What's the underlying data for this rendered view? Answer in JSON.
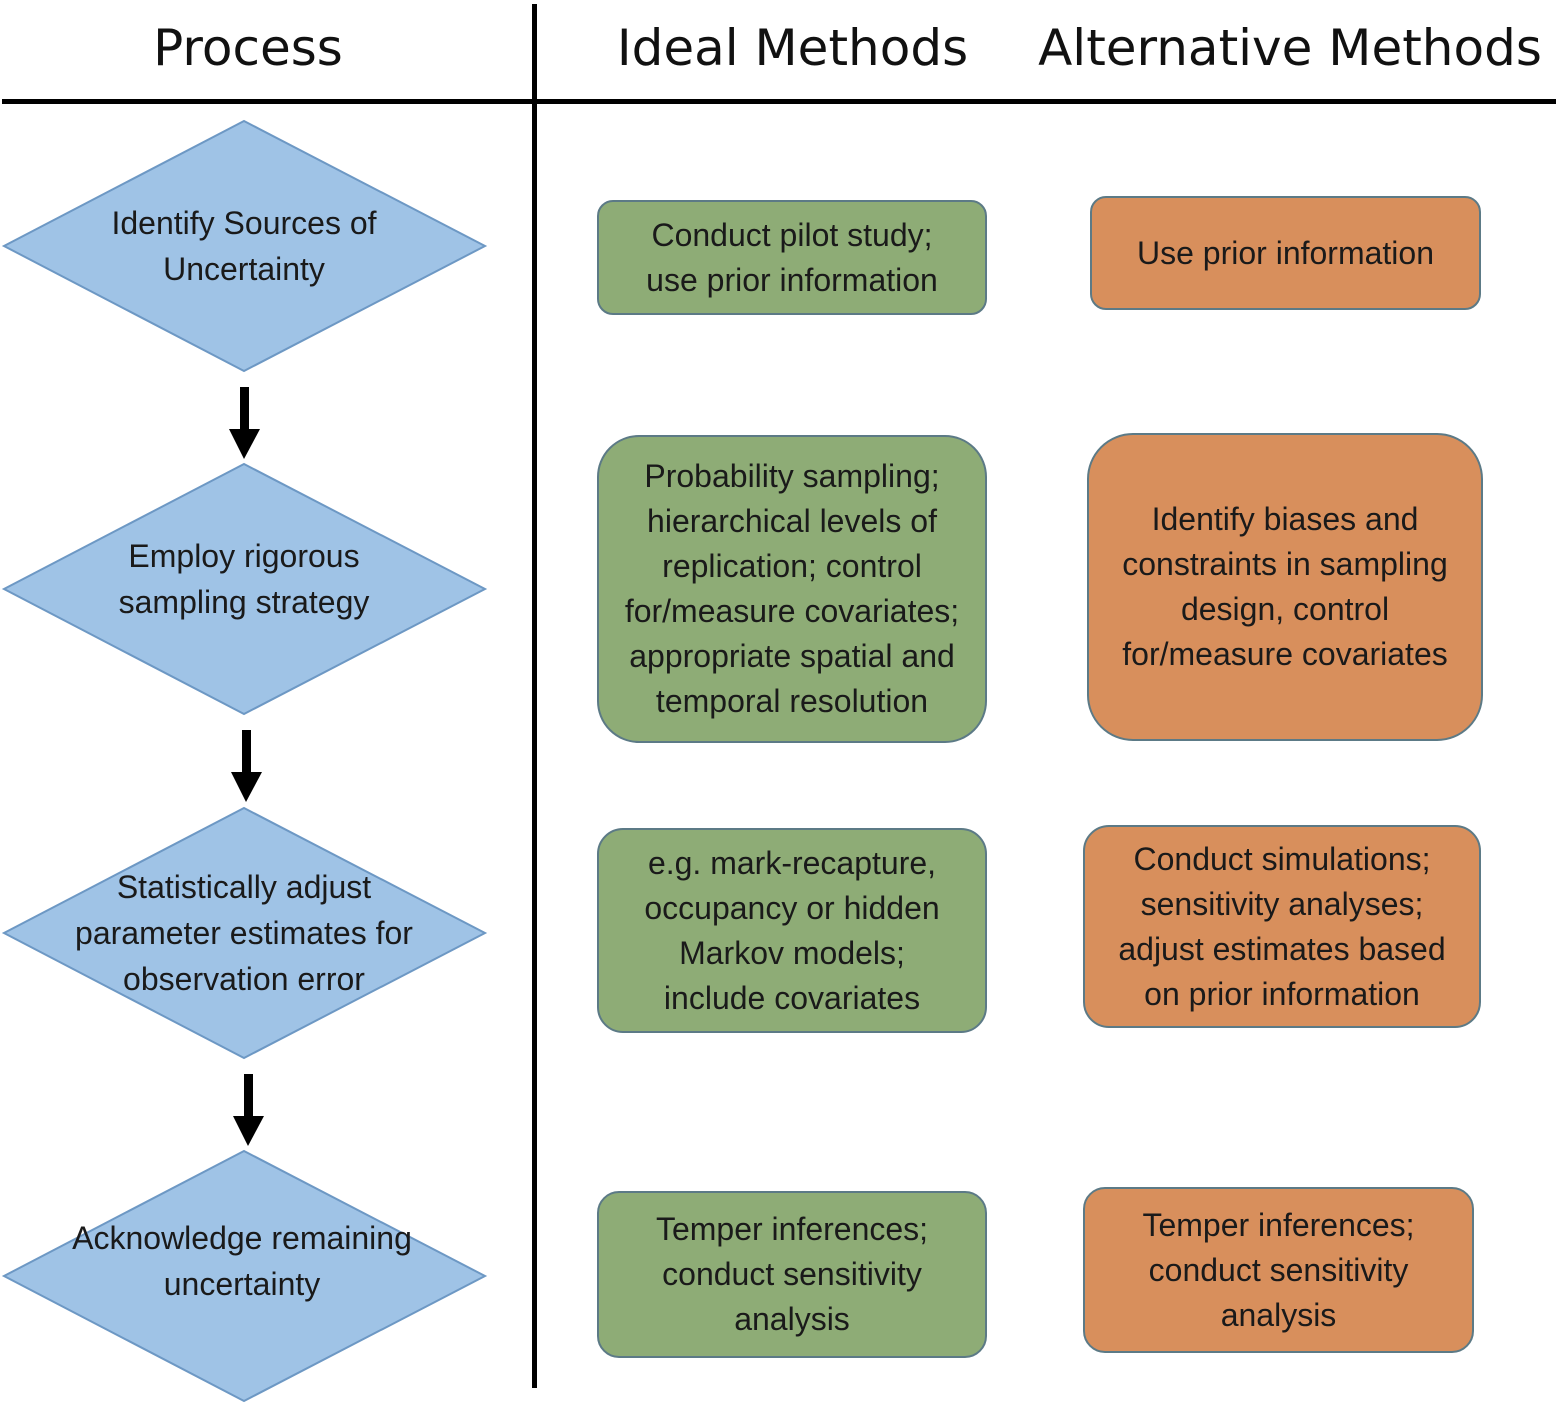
{
  "headers": {
    "process": "Process",
    "ideal": "Ideal Methods",
    "alternative": "Alternative Methods"
  },
  "colors": {
    "diamond_fill": "#9fc3e6",
    "diamond_stroke": "#6d98c4",
    "ideal_fill": "#8eac76",
    "alternative_fill": "#d88f5c",
    "box_stroke": "#5c7a86",
    "line": "#000000"
  },
  "process_steps": [
    {
      "label": "Identify Sources of Uncertainty"
    },
    {
      "label": "Employ rigorous sampling strategy"
    },
    {
      "label": "Statistically adjust parameter estimates for observation error"
    },
    {
      "label": "Acknowledge remaining uncertainty"
    }
  ],
  "ideal_methods": [
    {
      "text": "Conduct pilot study; use prior information"
    },
    {
      "text": "Probability sampling; hierarchical levels of replication; control for/measure covariates; appropriate spatial and temporal resolution"
    },
    {
      "text": "e.g. mark-recapture, occupancy or hidden Markov models; include covariates"
    },
    {
      "text": "Temper inferences; conduct sensitivity analysis"
    }
  ],
  "alternative_methods": [
    {
      "text": "Use prior information"
    },
    {
      "text": "Identify biases and constraints in sampling design, control for/measure covariates"
    },
    {
      "text": "Conduct simulations; sensitivity analyses; adjust estimates based on prior information"
    },
    {
      "text": "Temper inferences; conduct sensitivity analysis"
    }
  ]
}
